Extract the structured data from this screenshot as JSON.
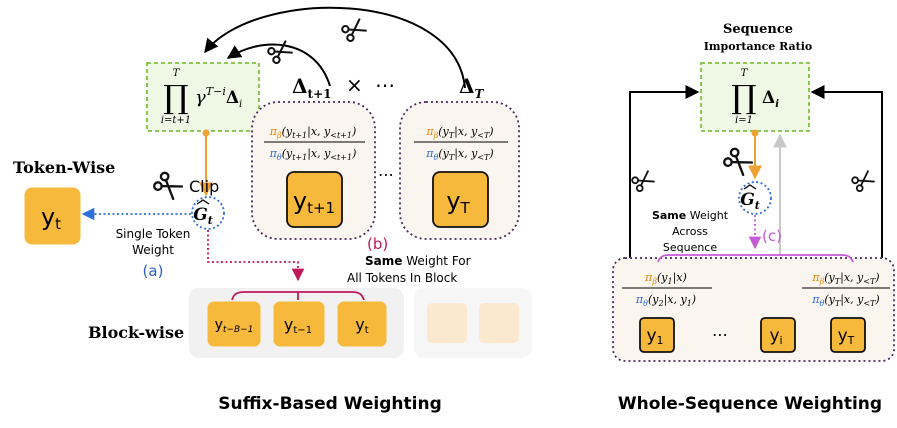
{
  "left": {
    "product_box": {
      "upper": "T",
      "op": "∏",
      "lower": "i=t+1",
      "term": "γ",
      "exp": "T−i",
      "delta": "Δ",
      "sub": "i"
    },
    "delta_t1": {
      "sym": "Δ",
      "sub": "t+1"
    },
    "times": "×",
    "ellipsis_top": "⋯",
    "delta_T": {
      "sym": "Δ",
      "sub": "T"
    },
    "ratio_t1": {
      "num_pi": "π",
      "num_sub": "β",
      "num_arg": "(y",
      "num_arg_sub": "t+1",
      "num_cond": "|x, y",
      "num_cond_sub": "<t+1",
      "num_close": ")",
      "den_pi": "π",
      "den_sub": "θ",
      "den_arg": "(y",
      "den_arg_sub": "t+1",
      "den_cond": "|x, y",
      "den_cond_sub": "<t+1",
      "den_close": ")"
    },
    "ratio_T": {
      "num_pi": "π",
      "num_sub": "β",
      "num_arg": "(y",
      "num_arg_sub": "T",
      "num_cond": "|x, y",
      "num_cond_sub": "<T",
      "num_close": ")",
      "den_pi": "π",
      "den_sub": "θ",
      "den_arg": "(y",
      "den_arg_sub": "T",
      "den_cond": "|x, y",
      "den_cond_sub": "<T",
      "den_close": ")"
    },
    "token_t1": {
      "y": "y",
      "sub": "t+1"
    },
    "token_T": {
      "y": "y",
      "sub": "T"
    },
    "ellipsis_mid": "⋯",
    "clip": "Clip",
    "g_hat": {
      "sym": "G",
      "sub": "t"
    },
    "token_wise_label": "Token-Wise",
    "token_wise_token": {
      "y": "y",
      "sub": "t"
    },
    "single_weight": [
      "Single Token",
      "Weight"
    ],
    "label_a": "(a)",
    "label_b": "(b)",
    "same_weight_block": {
      "bold": "Same",
      "rest": " Weight For",
      "line2": "All Tokens In Block"
    },
    "block_wise_label": "Block-wise",
    "block_tokens": [
      {
        "y": "y",
        "sub": "t−B−1"
      },
      {
        "y": "y",
        "sub": "t−1"
      },
      {
        "y": "y",
        "sub": "t"
      }
    ],
    "caption": "Suffix-Based Weighting"
  },
  "right": {
    "title": [
      "Sequence",
      "Importance Ratio"
    ],
    "product_box": {
      "upper": "T",
      "op": "∏",
      "lower": "i=1",
      "delta": "Δ",
      "sub": "i"
    },
    "g_hat": {
      "sym": "G",
      "sub": "t"
    },
    "same_weight_seq": {
      "bold": "Same",
      "rest": " Weight",
      "line2": "Across",
      "line3": "Sequence"
    },
    "label_c": "(c)",
    "ratio_1": {
      "num_pi": "π",
      "num_sub": "β",
      "num_arg": "(y",
      "num_arg_sub": "1",
      "num_rest": "|x)",
      "den_pi": "π",
      "den_sub": "θ",
      "den_arg": "(y",
      "den_arg_sub": "2",
      "den_rest": "|x, y",
      "den_rest_sub": "1",
      "den_close": ")"
    },
    "ratio_T": {
      "num_pi": "π",
      "num_sub": "β",
      "num_arg": "(y",
      "num_arg_sub": "T",
      "num_cond": "|x, y",
      "num_cond_sub": "<T",
      "num_close": ")",
      "den_pi": "π",
      "den_sub": "θ",
      "den_arg": "(y",
      "den_arg_sub": "T",
      "den_cond": "|x, y",
      "den_cond_sub": "<T",
      "den_close": ")"
    },
    "tokens": [
      {
        "y": "y",
        "sub": "1"
      },
      {
        "y": "y",
        "sub": "i"
      },
      {
        "y": "y",
        "sub": "T"
      }
    ],
    "ellipsis": "⋯",
    "caption": "Whole-Sequence Weighting"
  },
  "colors": {
    "token_fill": "#F6B93B",
    "green_border": "#7DC242",
    "green_fill": "#EEF8E4",
    "orange_arrow": "#F0A030",
    "blue_dotted": "#2E6FD8",
    "magenta": "#C0185C",
    "violet": "#C65BD8",
    "beta_orange": "#E8890C",
    "theta_blue": "#2E6FD8",
    "dark_dotted": "#4A2A5E",
    "panel_fill": "#FBF5EF",
    "label_a_blue": "#2E5FBF"
  },
  "icons": [
    "scissors-icon"
  ]
}
